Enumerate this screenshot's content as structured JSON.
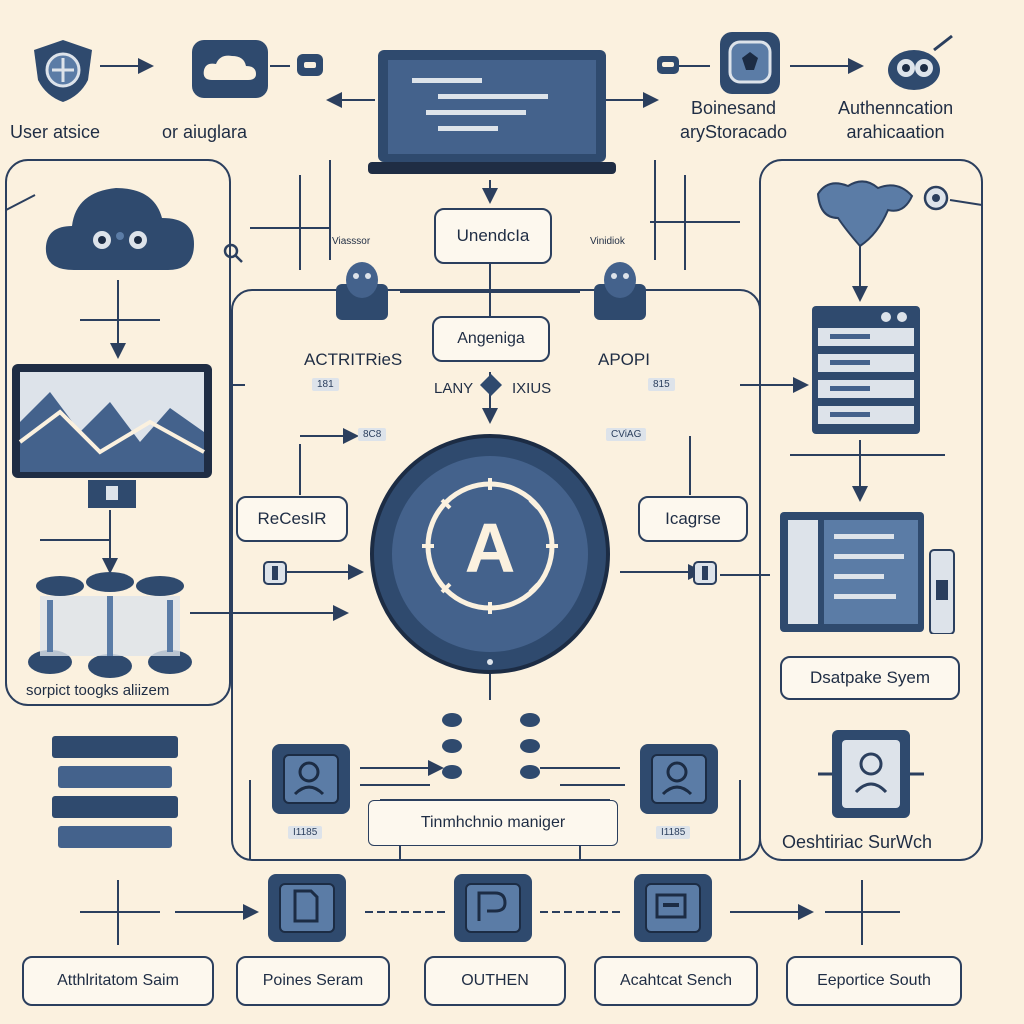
{
  "labels": {
    "user": "User atsice",
    "or": "or aiuglara",
    "business": "Boinesand\naryStoracado",
    "auth": "Authenncation\narahicaation",
    "actr": "ACTRITRieS",
    "apopi": "APOPI",
    "lany": "LANY",
    "ixius": "IXIUS",
    "sorpict": "sorpict toogks aliizem",
    "orchestrator": "Oeshtiriac SurWch",
    "small_left": "Viasssor",
    "small_right": "Vinidiok"
  },
  "boxes": {
    "unendcla": "UnendcIa",
    "angeniga": "Angeniga",
    "recesir": "ReCesIR",
    "icagrse": "Icagrse",
    "datalake": "Dsatpake Syem",
    "manager": "Tinmhchnio maniger",
    "b1": "Atthlritatom Saim",
    "b2": "Poines Seram",
    "b3": "OUTHEN",
    "b4": "Acahtcat Sench",
    "b5": "Eeportice South"
  },
  "tags": {
    "t1": "181",
    "t2": "815",
    "t3": "8C8",
    "t4": "CViAG",
    "t5": "I1185",
    "t6": "I1185"
  },
  "hub": {
    "letter": "A"
  },
  "colors": {
    "navy": "#2f4a6e",
    "mid": "#5b7ca6",
    "light": "#dde3ea",
    "bg": "#fbf1df"
  }
}
